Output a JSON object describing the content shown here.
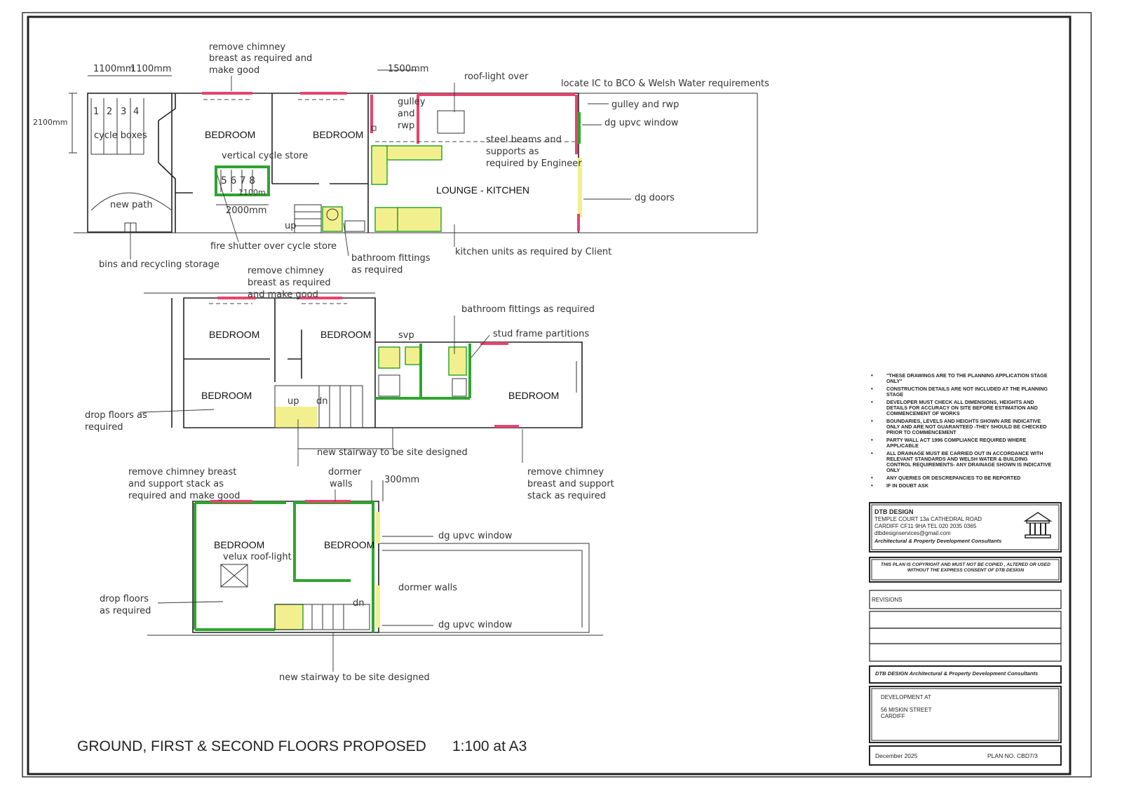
{
  "ground_floor": {
    "dims": {
      "d1": "1100mm",
      "d2": "1100mm",
      "d3": "2100mm",
      "d4": "1500mm",
      "store_w": "1100m",
      "store_l": "2000mm"
    },
    "cycle_numbers": [
      "1",
      "2",
      "3",
      "4"
    ],
    "store_numbers": "5 6 7 8",
    "labels": {
      "bedroom1": "BEDROOM",
      "bedroom2": "BEDROOM",
      "lounge": "LOUNGE - KITCHEN",
      "cycle_boxes": "cycle boxes",
      "new_path": "new path",
      "vertical_store": "vertical cycle store",
      "up": "up"
    },
    "notes": {
      "chimney": [
        "remove chimney",
        "breast as required and",
        "make good"
      ],
      "rooflight": "roof-light over",
      "ic": "locate IC to BCO & Welsh Water requirements",
      "gulley1": [
        "gulley",
        "and",
        "rwp"
      ],
      "gulley2": "gulley and rwp",
      "window": "dg upvc window",
      "beams": [
        "steel beams and",
        "supports as",
        "required by Engineer"
      ],
      "doors": "dg doors",
      "fire_shutter": "fire shutter over cycle store",
      "bins": "bins and recycling storage",
      "bathroom": [
        "bathroom fittings",
        "as required"
      ],
      "kitchen": "kitchen units as required by Client"
    }
  },
  "first_floor": {
    "labels": {
      "bedroom1": "BEDROOM",
      "bedroom2": "BEDROOM",
      "bedroom3": "BEDROOM",
      "bedroom4": "BEDROOM",
      "svp": "svp",
      "up": "up",
      "dn": "dn"
    },
    "notes": {
      "chimney": [
        "remove chimney",
        "breast as required",
        "and make good"
      ],
      "bathroom": "bathroom fittings as required",
      "stud": "stud frame partitions",
      "drop": [
        "drop floors as",
        "required"
      ],
      "stair": "new stairway to be site designed",
      "chimney_rear": [
        "remove chimney",
        "breast and support",
        "stack as required"
      ]
    }
  },
  "second_floor": {
    "labels": {
      "bedroom1": "BEDROOM",
      "bedroom2": "BEDROOM",
      "velux": "velux roof-light",
      "dn": "dn",
      "dim": "300mm"
    },
    "notes": {
      "chimney": [
        "remove chimney breast",
        "and support stack as",
        "required and make good"
      ],
      "dormer": [
        "dormer",
        "walls"
      ],
      "window1": "dg upvc window",
      "dormer2": "dormer walls",
      "window2": "dg upvc window",
      "drop": [
        "drop floors",
        "as required"
      ],
      "stair": "new stairway to be site designed"
    }
  },
  "drawing_title": "GROUND, FIRST & SECOND FLOORS PROPOSED",
  "scale": "1:100 at A3",
  "general_notes": [
    "\"THESE DRAWINGS ARE TO THE PLANNING APPLICATION STAGE ONLY\"",
    "CONSTRUCTION DETAILS ARE NOT INCLUDED AT THE PLANNING STAGE",
    "DEVELOPER MUST CHECK ALL DIMENSIONS, HEIGHTS AND DETAILS FOR ACCURACY ON SITE BEFORE ESTIMATION AND COMMENCEMENT OF WORKS",
    "BOUNDARIES, LEVELS AND HEIGHTS SHOWN ARE INDICATIVE ONLY AND ARE NOT GUARANTEED -THEY SHOULD BE CHECKED PRIOR TO COMMENCEMENT",
    "PARTY WALL ACT 1996 COMPLIANCE REQUIRED WHERE APPLICABLE",
    "ALL DRAINAGE MUST BE CARRIED OUT IN ACCORDANCE WITH RELEVANT STANDARDS AND WELSH WATER & BUILDING CONTROL REQUIREMENTS- ANY DRAINAGE SHOWN IS INDICATIVE ONLY",
    "ANY QUERIES OR DESCREPANCIES TO BE REPORTED",
    "IF IN DOUBT ASK"
  ],
  "title_block": {
    "company": "DTB DESIGN",
    "address1": "TEMPLE COURT  13a CATHEDRAL ROAD",
    "address2": "CARDIFF CF11 9HA   TEL 020 2035 0365",
    "email": "dtbdesignservices@gmail.com",
    "tagline": "Architectural & Property Development Consultants",
    "copyright": "THIS PLAN IS COPYRIGHT AND  MUST NOT BE COPIED , ALTERED OR USED WITHOUT THE EXPRESS CONSENT OF DTB DESIGN",
    "revisions": "REVISIONS",
    "company_line": "DTB DESIGN Architectural & Property Development Consultants",
    "dev_label": "DEVELOPMENT AT",
    "dev_addr1": "56 MISKIN STREET",
    "dev_addr2": "CARDIFF",
    "date": "December 2025",
    "plan_no": "PLAN NO. CBD7/3"
  },
  "icons": {
    "logo": "building-logo-icon"
  },
  "colors": {
    "demolish": "#e8436e",
    "new_wall": "#2fa52f",
    "new_fill": "#f2f08e"
  }
}
